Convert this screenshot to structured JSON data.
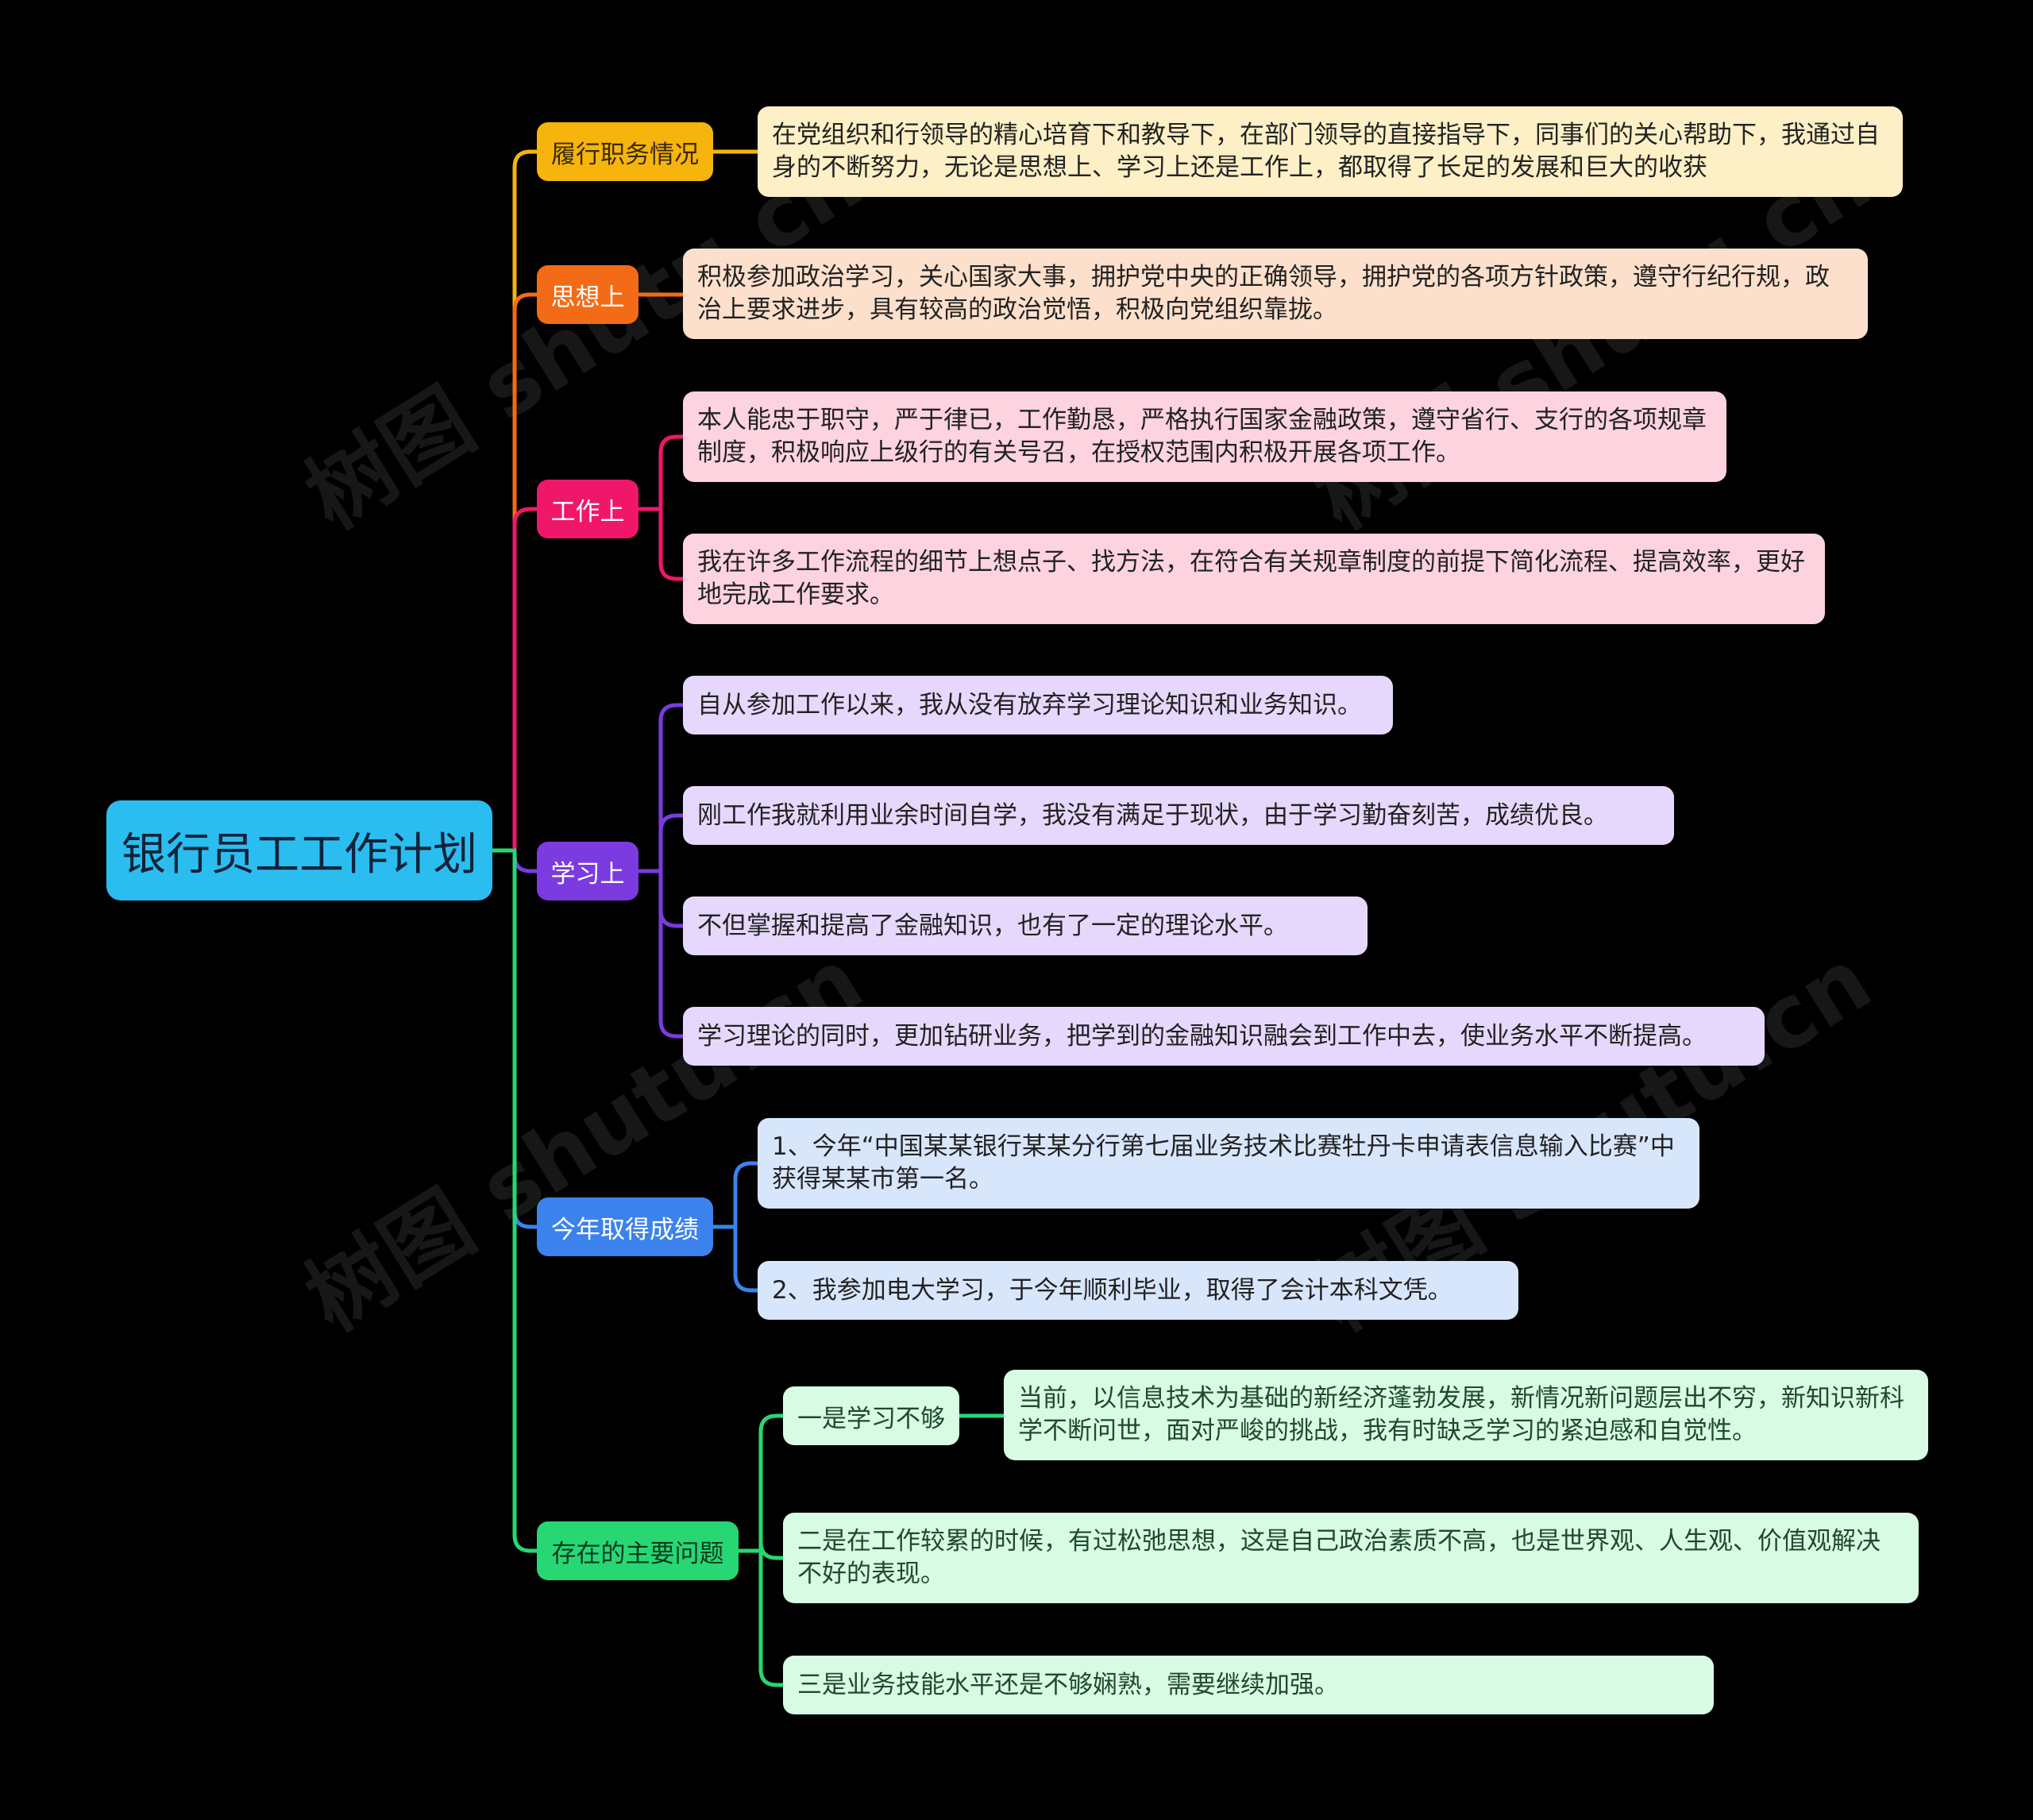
{
  "title": "银行员工工作计划",
  "watermark": "树图 shutu.cn",
  "colors": {
    "root": "#2bbdf0",
    "履行职务情况": "#f6b40c",
    "思想上": "#f36b16",
    "工作上": "#f0176a",
    "学习上": "#7b3be0",
    "今年取得成绩": "#3b82ec",
    "存在的主要问题": "#27d774"
  },
  "branches": [
    {
      "label": "履行职务情况",
      "items": [
        {
          "text": "在党组织和行领导的精心培育下和教导下，在部门领导的直接指导下，同事们的关心帮助下，我通过自身的不断努力，无论是思想上、学习上还是工作上，都取得了长足的发展和巨大的收获"
        }
      ]
    },
    {
      "label": "思想上",
      "items": [
        {
          "text": "积极参加政治学习，关心国家大事，拥护党中央的正确领导，拥护党的各项方针政策，遵守行纪行规，政治上要求进步，具有较高的政治觉悟，积极向党组织靠拢。"
        }
      ]
    },
    {
      "label": "工作上",
      "items": [
        {
          "text": "本人能忠于职守，严于律已，工作勤恳，严格执行国家金融政策，遵守省行、支行的各项规章制度，积极响应上级行的有关号召，在授权范围内积极开展各项工作。"
        },
        {
          "text": "我在许多工作流程的细节上想点子、找方法，在符合有关规章制度的前提下简化流程、提高效率，更好地完成工作要求。"
        }
      ]
    },
    {
      "label": "学习上",
      "items": [
        {
          "text": "自从参加工作以来，我从没有放弃学习理论知识和业务知识。"
        },
        {
          "text": "刚工作我就利用业余时间自学，我没有满足于现状，由于学习勤奋刻苦，成绩优良。"
        },
        {
          "text": "不但掌握和提高了金融知识，也有了一定的理论水平。"
        },
        {
          "text": "学习理论的同时，更加钻研业务，把学到的金融知识融会到工作中去，使业务水平不断提高。"
        }
      ]
    },
    {
      "label": "今年取得成绩",
      "items": [
        {
          "text": "1、今年“中国某某银行某某分行第七届业务技术比赛牡丹卡申请表信息输入比赛”中获得某某市第一名。"
        },
        {
          "text": "2、我参加电大学习，于今年顺利毕业，取得了会计本科文凭。"
        }
      ]
    },
    {
      "label": "存在的主要问题",
      "items": [
        {
          "label": "一是学习不够",
          "text": "当前，以信息技术为基础的新经济蓬勃发展，新情况新问题层出不穷，新知识新科学不断问世，面对严峻的挑战，我有时缺乏学习的紧迫感和自觉性。"
        },
        {
          "text": "二是在工作较累的时候，有过松弛思想，这是自己政治素质不高，也是世界观、人生观、价值观解决不好的表现。"
        },
        {
          "text": "三是业务技能水平还是不够娴熟，需要继续加强。"
        }
      ]
    }
  ]
}
